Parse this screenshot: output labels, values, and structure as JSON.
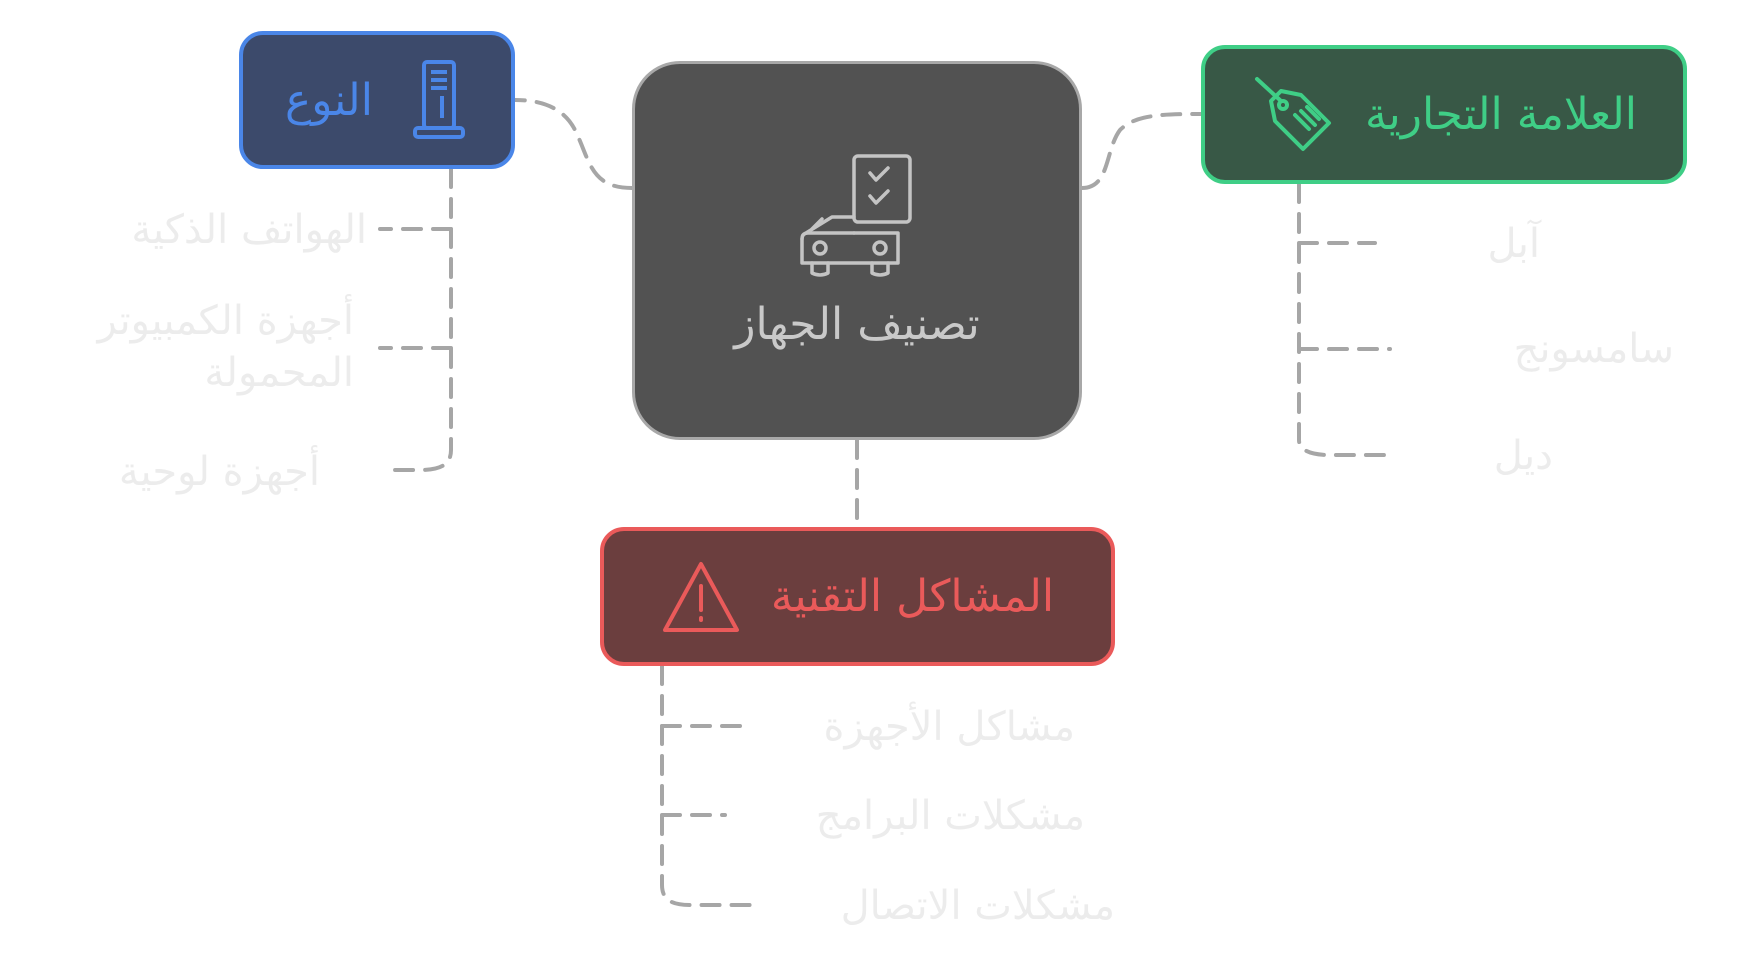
{
  "center": {
    "label": "تصنيف الجهاز",
    "icon": "car-checklist-icon"
  },
  "branches": {
    "type": {
      "label": "النوع",
      "icon": "pc-tower-icon",
      "color": "#4a86e8",
      "fill": "#3c4a6b",
      "items": [
        "الهواتف الذكية",
        "أجهزة الكمبيوتر المحمولة",
        "أجهزة لوحية"
      ]
    },
    "brand": {
      "label": "العلامة التجارية",
      "icon": "price-tag-icon",
      "color": "#3fce86",
      "fill": "#385846",
      "items": [
        "آبل",
        "سامسونج",
        "ديل"
      ]
    },
    "issues": {
      "label": "المشاكل التقنية",
      "icon": "warning-triangle-icon",
      "color": "#ea5a5a",
      "fill": "#6b3e3e",
      "items": [
        "مشاكل الأجهزة",
        "مشكلات البرامج",
        "مشكلات الاتصال"
      ]
    }
  }
}
